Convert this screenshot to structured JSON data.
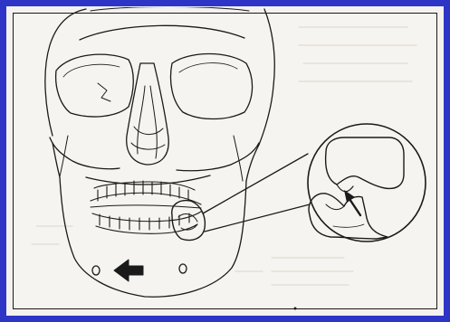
{
  "figure": {
    "frame_color": "#2c35c6",
    "paper_color": "#f6f4f0",
    "ink_color": "#1a1a1a",
    "illustration": "line-drawing-skull-frontal-with-magnified-tooth-inset",
    "pointer_icons": [
      "arrow-solid-left",
      "arrow-solid-inset"
    ]
  }
}
